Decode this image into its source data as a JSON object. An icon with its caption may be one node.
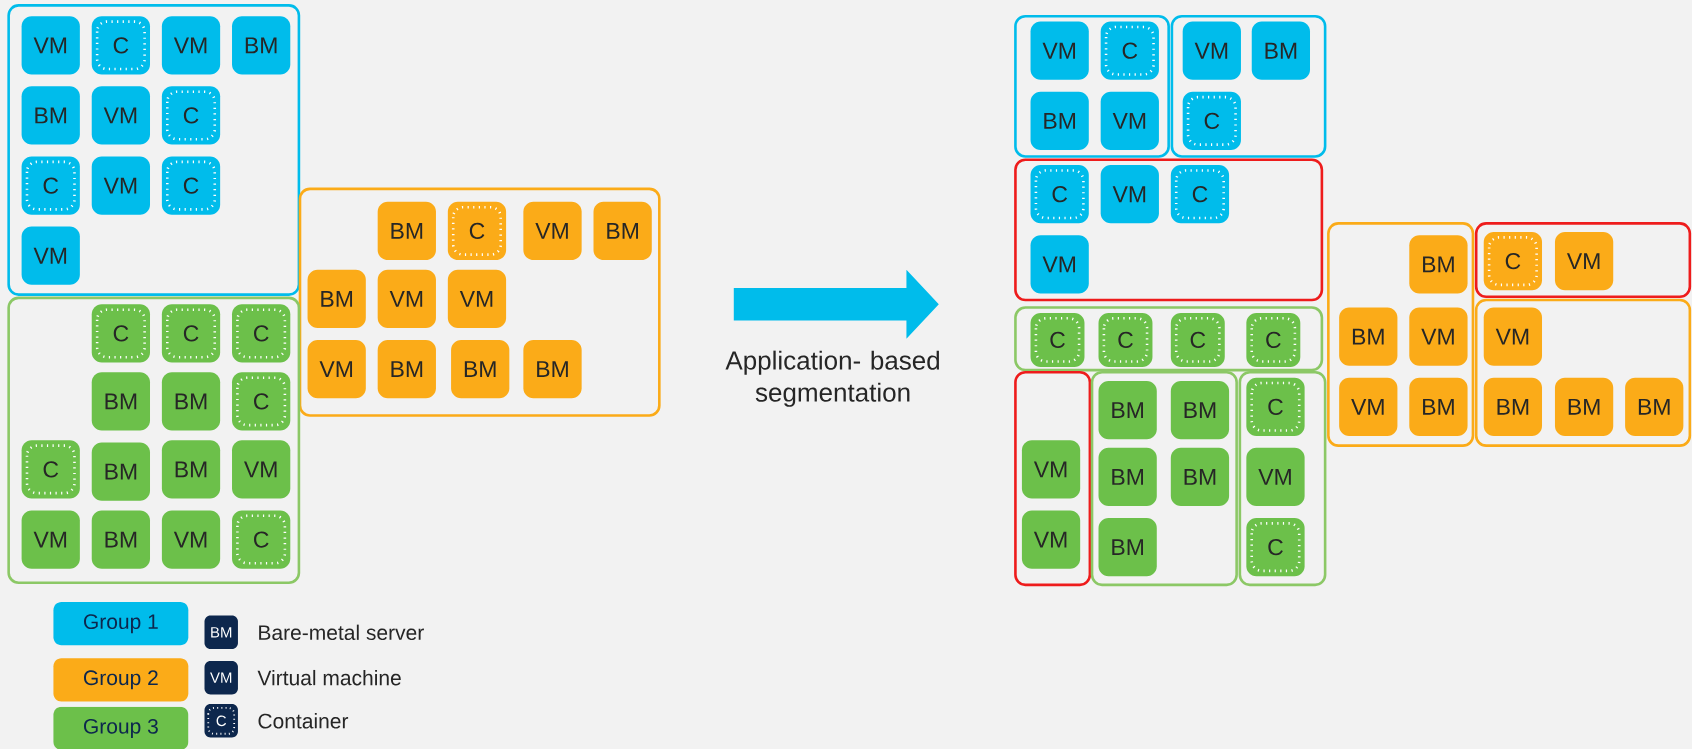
{
  "diagram": {
    "nodes": [
      {
        "text": [],
        "shape": "box"
      },
      {
        "text": [
          "VM"
        ],
        "in": 0
      },
      {
        "text": [
          "C"
        ],
        "in": 0
      },
      {
        "text": [
          "VM"
        ],
        "in": 0
      },
      {
        "text": [
          "BM"
        ],
        "in": 0
      },
      {
        "text": [
          "BM"
        ],
        "in": 0
      },
      {
        "text": [
          "VM"
        ],
        "in": 0
      },
      {
        "text": [
          "C"
        ],
        "in": 0
      },
      {
        "text": [
          "C"
        ],
        "in": 0
      },
      {
        "text": [
          "VM"
        ],
        "in": 0
      },
      {
        "text": [
          "C"
        ],
        "in": 0
      },
      {
        "text": [
          "VM"
        ],
        "in": 0
      },
      {
        "text": [],
        "shape": "box"
      },
      {
        "text": [
          "BM"
        ],
        "in": 12
      },
      {
        "text": [
          "C"
        ],
        "in": 12
      },
      {
        "text": [
          "VM"
        ],
        "in": 12
      },
      {
        "text": [
          "BM"
        ],
        "in": 12
      },
      {
        "text": [
          "BM"
        ],
        "in": 12
      },
      {
        "text": [
          "VM"
        ],
        "in": 12
      },
      {
        "text": [
          "VM"
        ],
        "in": 12
      },
      {
        "text": [
          "VM"
        ],
        "in": 12
      },
      {
        "text": [
          "BM"
        ],
        "in": 12
      },
      {
        "text": [
          "BM"
        ],
        "in": 12
      },
      {
        "text": [
          "BM"
        ],
        "in": 12
      },
      {
        "text": [],
        "shape": "box"
      },
      {
        "text": [
          "C"
        ],
        "in": 24
      },
      {
        "text": [
          "C"
        ],
        "in": 24
      },
      {
        "text": [
          "C"
        ],
        "in": 24
      },
      {
        "text": [
          "BM"
        ],
        "in": 24
      },
      {
        "text": [
          "BM"
        ],
        "in": 24
      },
      {
        "text": [
          "C"
        ],
        "in": 24
      },
      {
        "text": [
          "C"
        ],
        "in": 24
      },
      {
        "text": [
          "BM"
        ],
        "in": 24
      },
      {
        "text": [
          "BM"
        ],
        "in": 24
      },
      {
        "text": [
          "VM"
        ],
        "in": 24
      },
      {
        "text": [
          "VM"
        ],
        "in": 24
      },
      {
        "text": [
          "BM"
        ],
        "in": 24
      },
      {
        "text": [
          "VM"
        ],
        "in": 24
      },
      {
        "text": [
          "C"
        ],
        "in": 24
      },
      {
        "text": [],
        "shape": "box"
      },
      {
        "text": [
          "VM"
        ],
        "in": 39
      },
      {
        "text": [
          "C"
        ],
        "in": 39
      },
      {
        "text": [
          "BM"
        ],
        "in": 39
      },
      {
        "text": [
          "VM"
        ],
        "in": 39
      },
      {
        "text": [],
        "shape": "box"
      },
      {
        "text": [
          "VM"
        ],
        "in": 44
      },
      {
        "text": [
          "BM"
        ],
        "in": 44
      },
      {
        "text": [
          "C"
        ],
        "in": 44
      },
      {
        "text": [],
        "shape": "box"
      },
      {
        "text": [
          "C"
        ],
        "in": 48
      },
      {
        "text": [
          "VM"
        ],
        "in": 48
      },
      {
        "text": [
          "C"
        ],
        "in": 48
      },
      {
        "text": [
          "VM"
        ],
        "in": 48
      },
      {
        "text": [],
        "shape": "box"
      },
      {
        "text": [
          "BM"
        ],
        "in": 53
      },
      {
        "text": [
          "BM"
        ],
        "in": 53
      },
      {
        "text": [
          "VM"
        ],
        "in": 53
      },
      {
        "text": [
          "VM"
        ],
        "in": 53
      },
      {
        "text": [
          "BM"
        ],
        "in": 53
      },
      {
        "text": [],
        "shape": "box"
      },
      {
        "text": [
          "C"
        ],
        "in": 59
      },
      {
        "text": [
          "VM"
        ],
        "in": 59
      },
      {
        "text": [],
        "shape": "box"
      },
      {
        "text": [
          "VM"
        ],
        "in": 62
      },
      {
        "text": [
          "BM"
        ],
        "in": 62
      },
      {
        "text": [
          "BM"
        ],
        "in": 62
      },
      {
        "text": [
          "BM"
        ],
        "in": 62
      },
      {
        "text": [],
        "shape": "box"
      },
      {
        "text": [
          "C"
        ],
        "in": 67
      },
      {
        "text": [
          "C"
        ],
        "in": 67
      },
      {
        "text": [
          "C"
        ],
        "in": 67
      },
      {
        "text": [
          "C"
        ],
        "in": 67
      },
      {
        "text": [],
        "shape": "box"
      },
      {
        "text": [
          "VM"
        ],
        "in": 72
      },
      {
        "text": [
          "VM"
        ],
        "in": 72
      },
      {
        "text": [],
        "shape": "box"
      },
      {
        "text": [
          "BM"
        ],
        "in": 75
      },
      {
        "text": [
          "BM"
        ],
        "in": 75
      },
      {
        "text": [
          "BM"
        ],
        "in": 75
      },
      {
        "text": [
          "BM"
        ],
        "in": 75
      },
      {
        "text": [
          "BM"
        ],
        "in": 75
      },
      {
        "text": [],
        "shape": "box"
      },
      {
        "text": [
          "C"
        ],
        "in": 81
      },
      {
        "text": [
          "VM"
        ],
        "in": 81
      },
      {
        "text": [
          "C"
        ],
        "in": 81
      }
    ],
    "labels": [
      "Application- based segmentation",
      "BM",
      "VM",
      "C"
    ],
    "legend": [
      {
        "text": "Group 1",
        "color": "#00bceb"
      },
      {
        "text": "Group 2",
        "color": "#fbab18"
      },
      {
        "text": "Group 3",
        "color": "#6cc04a"
      },
      {
        "text": "Bare-metal server"
      },
      {
        "text": "Virtual machine"
      },
      {
        "text": "Container"
      }
    ]
  }
}
